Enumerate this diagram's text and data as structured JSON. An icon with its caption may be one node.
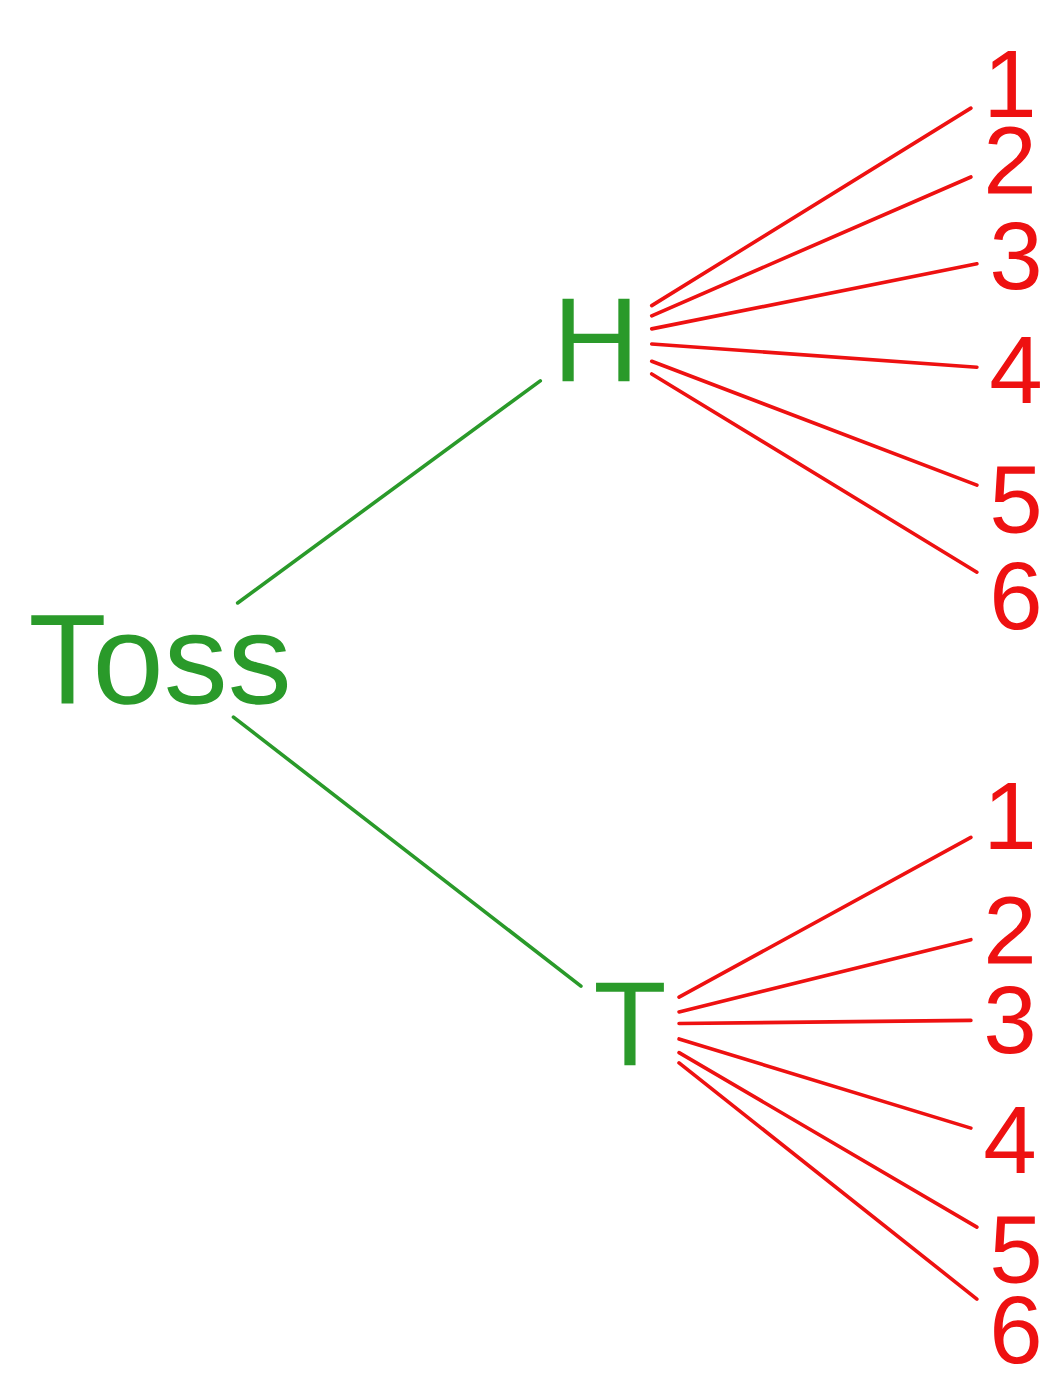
{
  "diagram": {
    "nodes": [
      {
        "text": [
          "Toss"
        ]
      },
      {
        "text": [
          "H"
        ]
      },
      {
        "text": [
          "T"
        ]
      },
      {
        "text": [
          "1"
        ]
      },
      {
        "text": [
          "2"
        ]
      },
      {
        "text": [
          "3"
        ]
      },
      {
        "text": [
          "4"
        ]
      },
      {
        "text": [
          "5"
        ]
      },
      {
        "text": [
          "6"
        ]
      },
      {
        "text": [
          "1"
        ]
      },
      {
        "text": [
          "2"
        ]
      },
      {
        "text": [
          "3"
        ]
      },
      {
        "text": [
          "4"
        ]
      },
      {
        "text": [
          "5"
        ]
      },
      {
        "text": [
          "6"
        ]
      }
    ],
    "edges": [
      {
        "from": 0,
        "to": 1,
        "arrow": "none",
        "color": "#2a9a2a"
      },
      {
        "from": 0,
        "to": 2,
        "arrow": "none",
        "color": "#2a9a2a"
      },
      {
        "from": 1,
        "to": 3,
        "arrow": "none"
      },
      {
        "from": 1,
        "to": 4,
        "arrow": "none"
      },
      {
        "from": 1,
        "to": 5,
        "arrow": "none"
      },
      {
        "from": 1,
        "to": 6,
        "arrow": "none"
      },
      {
        "from": 1,
        "to": 7,
        "arrow": "none"
      },
      {
        "from": 1,
        "to": 8,
        "arrow": "none"
      },
      {
        "from": 2,
        "to": 9,
        "arrow": "none"
      },
      {
        "from": 2,
        "to": 10,
        "arrow": "none"
      },
      {
        "from": 2,
        "to": 11,
        "arrow": "none"
      },
      {
        "from": 2,
        "to": 12,
        "arrow": "none"
      },
      {
        "from": 2,
        "to": 13,
        "arrow": "none"
      },
      {
        "from": 2,
        "to": 14,
        "arrow": "none"
      }
    ]
  }
}
